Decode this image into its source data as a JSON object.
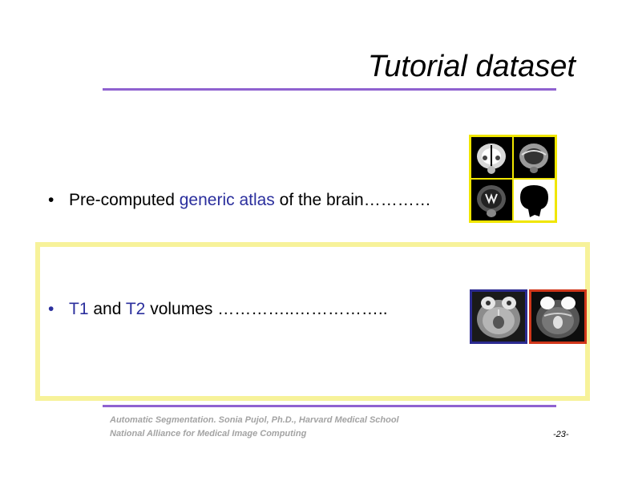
{
  "slide": {
    "title": "Tutorial dataset",
    "bullet_char": "•",
    "bullets": [
      {
        "before": "Pre-computed ",
        "highlight": "generic atlas",
        "after": " of the brain…………"
      },
      {
        "t1": "T1",
        "mid": " and ",
        "t2": "T2",
        "after": " volumes …………..…………….."
      }
    ],
    "footer": {
      "line1": "Automatic Segmentation. Sonia Pujol, Ph.D., Harvard Medical School",
      "line2": "National Alliance for Medical Image Computing"
    },
    "page_number": "-23-"
  },
  "colors": {
    "rule": "#8f62d0",
    "accent_text": "#2b2f9d",
    "highlight_box": "#f7f29a",
    "atlas_border": "#f0e600",
    "t1_border": "#2b2a8f",
    "t2_border": "#d0361a",
    "footer_text": "#a3a3a3"
  },
  "images": {
    "atlas": "brain-atlas-grid-image",
    "t1": "t1-mri-image",
    "t2": "t2-mri-image"
  }
}
